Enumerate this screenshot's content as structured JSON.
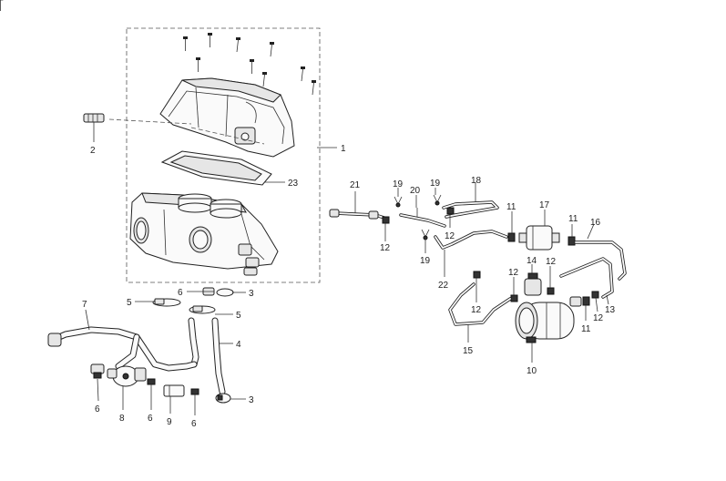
{
  "diagram": {
    "callouts": [
      "1",
      "2",
      "3",
      "3",
      "4",
      "5",
      "5",
      "6",
      "6",
      "6",
      "6",
      "7",
      "8",
      "9",
      "10",
      "11",
      "11",
      "11",
      "12",
      "12",
      "12",
      "12",
      "12",
      "12",
      "13",
      "14",
      "15",
      "16",
      "17",
      "18",
      "19",
      "19",
      "19",
      "20",
      "21",
      "22",
      "23"
    ]
  }
}
